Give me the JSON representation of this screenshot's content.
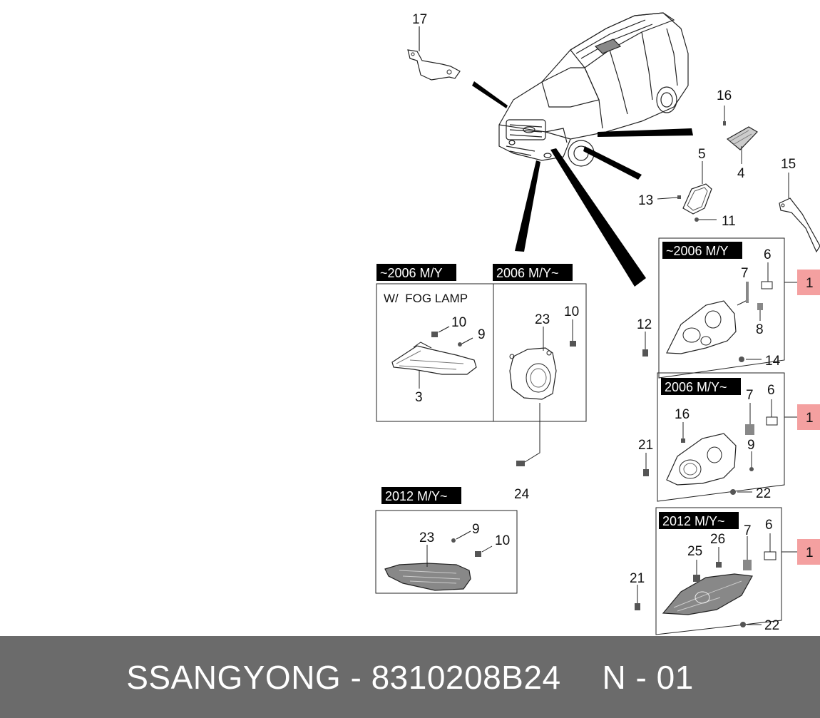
{
  "footer": {
    "brand": "SSANGYONG",
    "separator": "-",
    "part_number": "8310208B24",
    "code": "N - 01"
  },
  "colors": {
    "footer_bg": "#6b6b6b",
    "footer_text": "#ffffff",
    "callout_highlight": "#f4a0a0",
    "label_bg": "#000000"
  },
  "panels": {
    "fog_2006_pre": {
      "label": "~2006 M/Y",
      "note": "W/  FOG LAMP",
      "parts": [
        "10",
        "9",
        "3"
      ]
    },
    "fog_2006_post": {
      "label": "2006 M/Y~",
      "parts": [
        "23",
        "10"
      ]
    },
    "fog_2012": {
      "label": "2012 M/Y~",
      "parts": [
        "23",
        "9",
        "10"
      ]
    },
    "head_2006_pre": {
      "label": "~2006 M/Y",
      "parts": [
        "6",
        "7",
        "8"
      ]
    },
    "head_2006_post": {
      "label": "2006 M/Y~",
      "parts": [
        "7",
        "6",
        "16",
        "9"
      ]
    },
    "head_2012": {
      "label": "2012 M/Y~",
      "parts": [
        "26",
        "7",
        "6",
        "25"
      ]
    }
  },
  "callouts": {
    "c17": "17",
    "c16": "16",
    "c5": "5",
    "c4": "4",
    "c15": "15",
    "c13": "13",
    "c11": "11",
    "c12": "12",
    "c14": "14",
    "c21a": "21",
    "c22a": "22",
    "c24": "24",
    "c21b": "21",
    "c22b": "22",
    "c1a": "1",
    "c1b": "1",
    "c1c": "1"
  }
}
